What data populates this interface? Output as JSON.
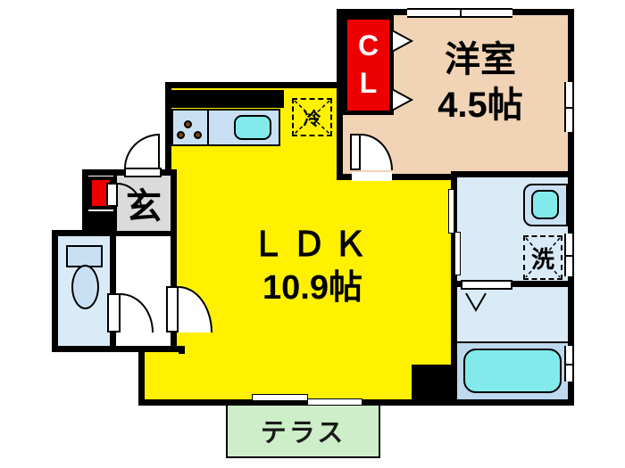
{
  "plan": {
    "ldk": {
      "label": "ＬＤＫ",
      "area": "10.9帖"
    },
    "western_room": {
      "label": "洋室",
      "area": "4.5帖"
    },
    "closet": {
      "line1": "C",
      "line2": "L"
    },
    "entrance": {
      "label": "玄"
    },
    "terrace": {
      "label": "テラス"
    },
    "fixtures": {
      "refrigerator": "冷",
      "washing_machine": "洗"
    }
  },
  "colors": {
    "ldk": "#FFF100",
    "western": "#F1D4B6",
    "closet_red": "#EE0000",
    "entrance_gray": "#DBDBDB",
    "room_blue": "#DAEBF8",
    "counter_blue": "#C9E0F4",
    "fixture_cyan": "#82EAEA",
    "tub_panel": "#BED8F0",
    "terrace": "#CDEEC8",
    "burner": "#7A4513",
    "wall": "#000000"
  }
}
